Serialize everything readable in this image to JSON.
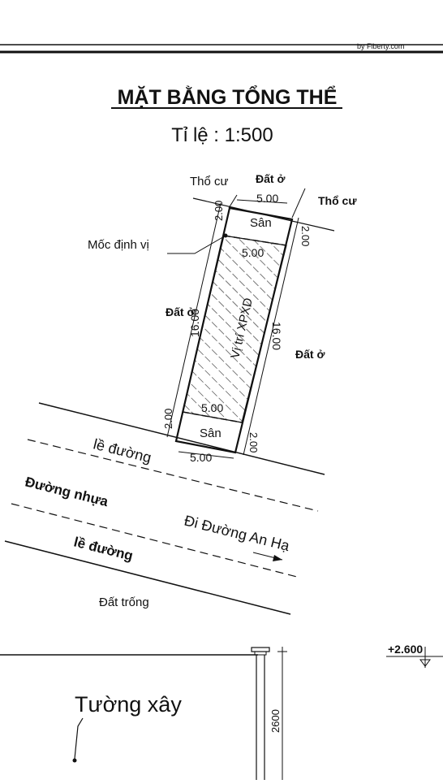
{
  "title": "MẶT BẰNG TỔNG THỂ",
  "scale_text": "Tỉ lệ : 1:500",
  "watermark": "by Fiberty.com",
  "labels": {
    "tho_cu_left": "Thổ cư",
    "dat_o_top": "Đất ở",
    "tho_cu_right": "Thổ cư",
    "moc_dinh_vi": "Mốc định vị",
    "dat_o_left": "Đất ở",
    "dat_o_right": "Đất ở",
    "san_top": "Sân",
    "san_bottom": "Sân",
    "vi_tri": "Vị trí XPXD",
    "le_duong_top": "lề đường",
    "duong_nhua": "Đường nhựa",
    "di_duong": "Đi Đường An Hạ",
    "le_duong_bottom": "lề đường",
    "dat_trong": "Đất trống",
    "tuong_xay": "Tường xây"
  },
  "dimensions": {
    "width_top": "5.00",
    "width_inner_top": "5.00",
    "width_inner_bottom": "5.00",
    "width_bottom": "5.00",
    "depth_left": "16.00",
    "depth_right": "16.00",
    "san_left_top": "2.00",
    "san_right_top": "2.00",
    "san_left_bottom": "2.00",
    "san_right_bottom": "2.00",
    "elevation": "+2.600",
    "wall_height": "2600"
  }
}
